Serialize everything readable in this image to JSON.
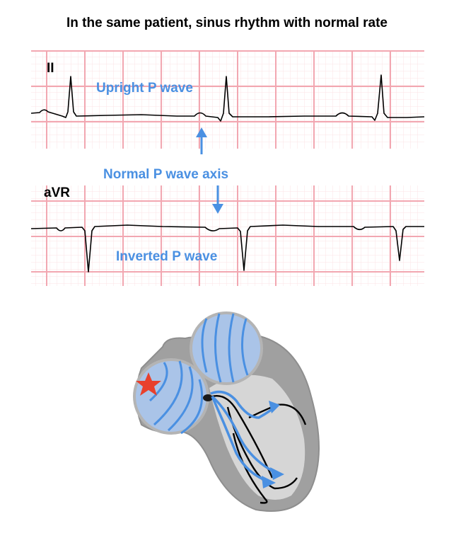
{
  "title": "In the same patient, sinus rhythm with normal rate",
  "strips": [
    {
      "lead": "II",
      "annotation": "Upright P wave"
    },
    {
      "lead": "aVR",
      "annotation": "Inverted P wave"
    }
  ],
  "axis_label": "Normal P wave axis",
  "colors": {
    "grid_major": "#f2a7b1",
    "grid_minor": "#fbe3e6",
    "trace": "#000000",
    "annotation": "#4a90e2",
    "atria": "#aac4e8",
    "heart_outer": "#a0a0a0",
    "heart_inner": "#d6d6d6",
    "sa_node": "#e8402c"
  },
  "icons": {
    "sa_node": "star-icon",
    "axis_up": "arrow-up-icon",
    "axis_down": "arrow-down-icon"
  }
}
